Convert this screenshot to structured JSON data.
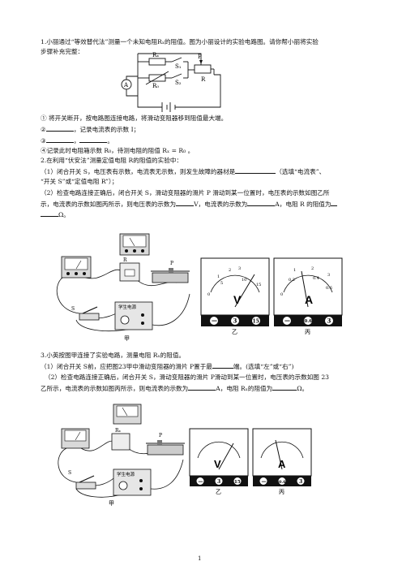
{
  "q1": {
    "title": "1.小丽通过“等效替代法”测量一个未知电阻Rₓ的阻值。图为小丽设计的实验电路图。请你帮小丽将实验",
    "title_cont": "步骤补充完整：",
    "circuit_labels": {
      "rx": "Rₓ",
      "r0": "R₀",
      "s1": "S₁",
      "s2": "S₂",
      "p": "P",
      "r": "R",
      "ammeter": "A"
    },
    "step1": "① 将开关断开，按电路图连接电路，将滑动变阻器移到阻值最大端。",
    "step2_a": "②",
    "step2_b": "，记录电流表的示数 I；",
    "step3_a": "③",
    "step3_b": "，",
    "step3_c": "。",
    "step4": "④记录此时电阻箱示数 R₀，待测电阻的阻值 Rₓ = R₀ 。"
  },
  "q2": {
    "title": "2.在利用“伏安法”测量定值电阻 R的阻值的实验中：",
    "p1_a": "（1）闭合开关 S，电压表有示数，电流表无示数，则发生故障的器材是",
    "p1_b": "（选填“电流表”、",
    "p1_c": "“开关 S”或“定值电阻 R”）；",
    "p2_a": "（2）检查电路连接正确后，闭合开关 S，滑动变阻器的滑片 P 滑动到某一位置时，电压表的示数如图乙所",
    "p2_b": "示，电流表的示数如图丙所示，则电压表的示数为",
    "p2_c": "V，电流表的示数为",
    "p2_d": "A，电阻 R 的阻值为",
    "p2_e": "Ω。",
    "fig_labels": {
      "jia": "甲",
      "yi": "乙",
      "bing": "丙",
      "r": "R",
      "p": "P",
      "s": "S",
      "power": "学生电源"
    },
    "voltmeter": {
      "unit": "V",
      "ticks": [
        "0",
        "1",
        "2",
        "3",
        "5",
        "10",
        "15"
      ],
      "terminals": [
        "—",
        "3",
        "15"
      ]
    },
    "ammeter": {
      "unit": "A",
      "ticks": [
        "0",
        "0.2",
        "0.4",
        "0.6",
        "1",
        "2",
        "3"
      ],
      "terminals": [
        "—",
        "0.6",
        "3"
      ]
    }
  },
  "q3": {
    "title": "3.小英按图甲连接了实验电路，测量电阻 Rₓ的阻值。",
    "p1_a": "（1）闭合开关 S前，应把图23甲中滑动变阻器的滑片 P置于最",
    "p1_b": "端。(选填“左”或“右”)",
    "p2_a": "（2）检查电路连接正确后，闭合开关 S，滑动变阻器的滑片 P滑动到某一位置时，电压表的示数如图 23",
    "p2_b": "乙所示，电流表的示数如图丙所示，则电流表的示数为",
    "p2_c": "A，电阻 Rₓ的阻值为",
    "p2_d": "Ω。",
    "fig_labels": {
      "jia": "甲",
      "yi": "乙",
      "bing": "丙",
      "rx": "Rₓ",
      "p": "P",
      "s": "S",
      "power": "学生电源"
    }
  },
  "page_number": "1"
}
